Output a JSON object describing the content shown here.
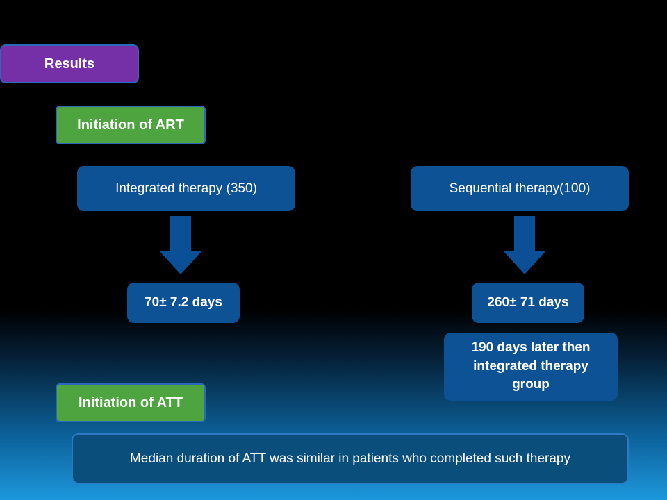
{
  "labels": {
    "results": "Results",
    "initiation_art": "Initiation of ART",
    "initiation_att": "Initiation of ATT"
  },
  "integrated": {
    "title": "Integrated therapy (350)",
    "duration": "70± 7.2 days"
  },
  "sequential": {
    "title": "Sequential therapy(100)",
    "duration": "260± 71 days",
    "note": "190 days later then integrated therapy group"
  },
  "footer": {
    "text": "Median duration of ATT was similar in patients who completed such therapy"
  },
  "colors": {
    "purple": "#7530a8",
    "green": "#4ea43f",
    "blue": "#0e5296",
    "arrow": "#0b4f97"
  }
}
